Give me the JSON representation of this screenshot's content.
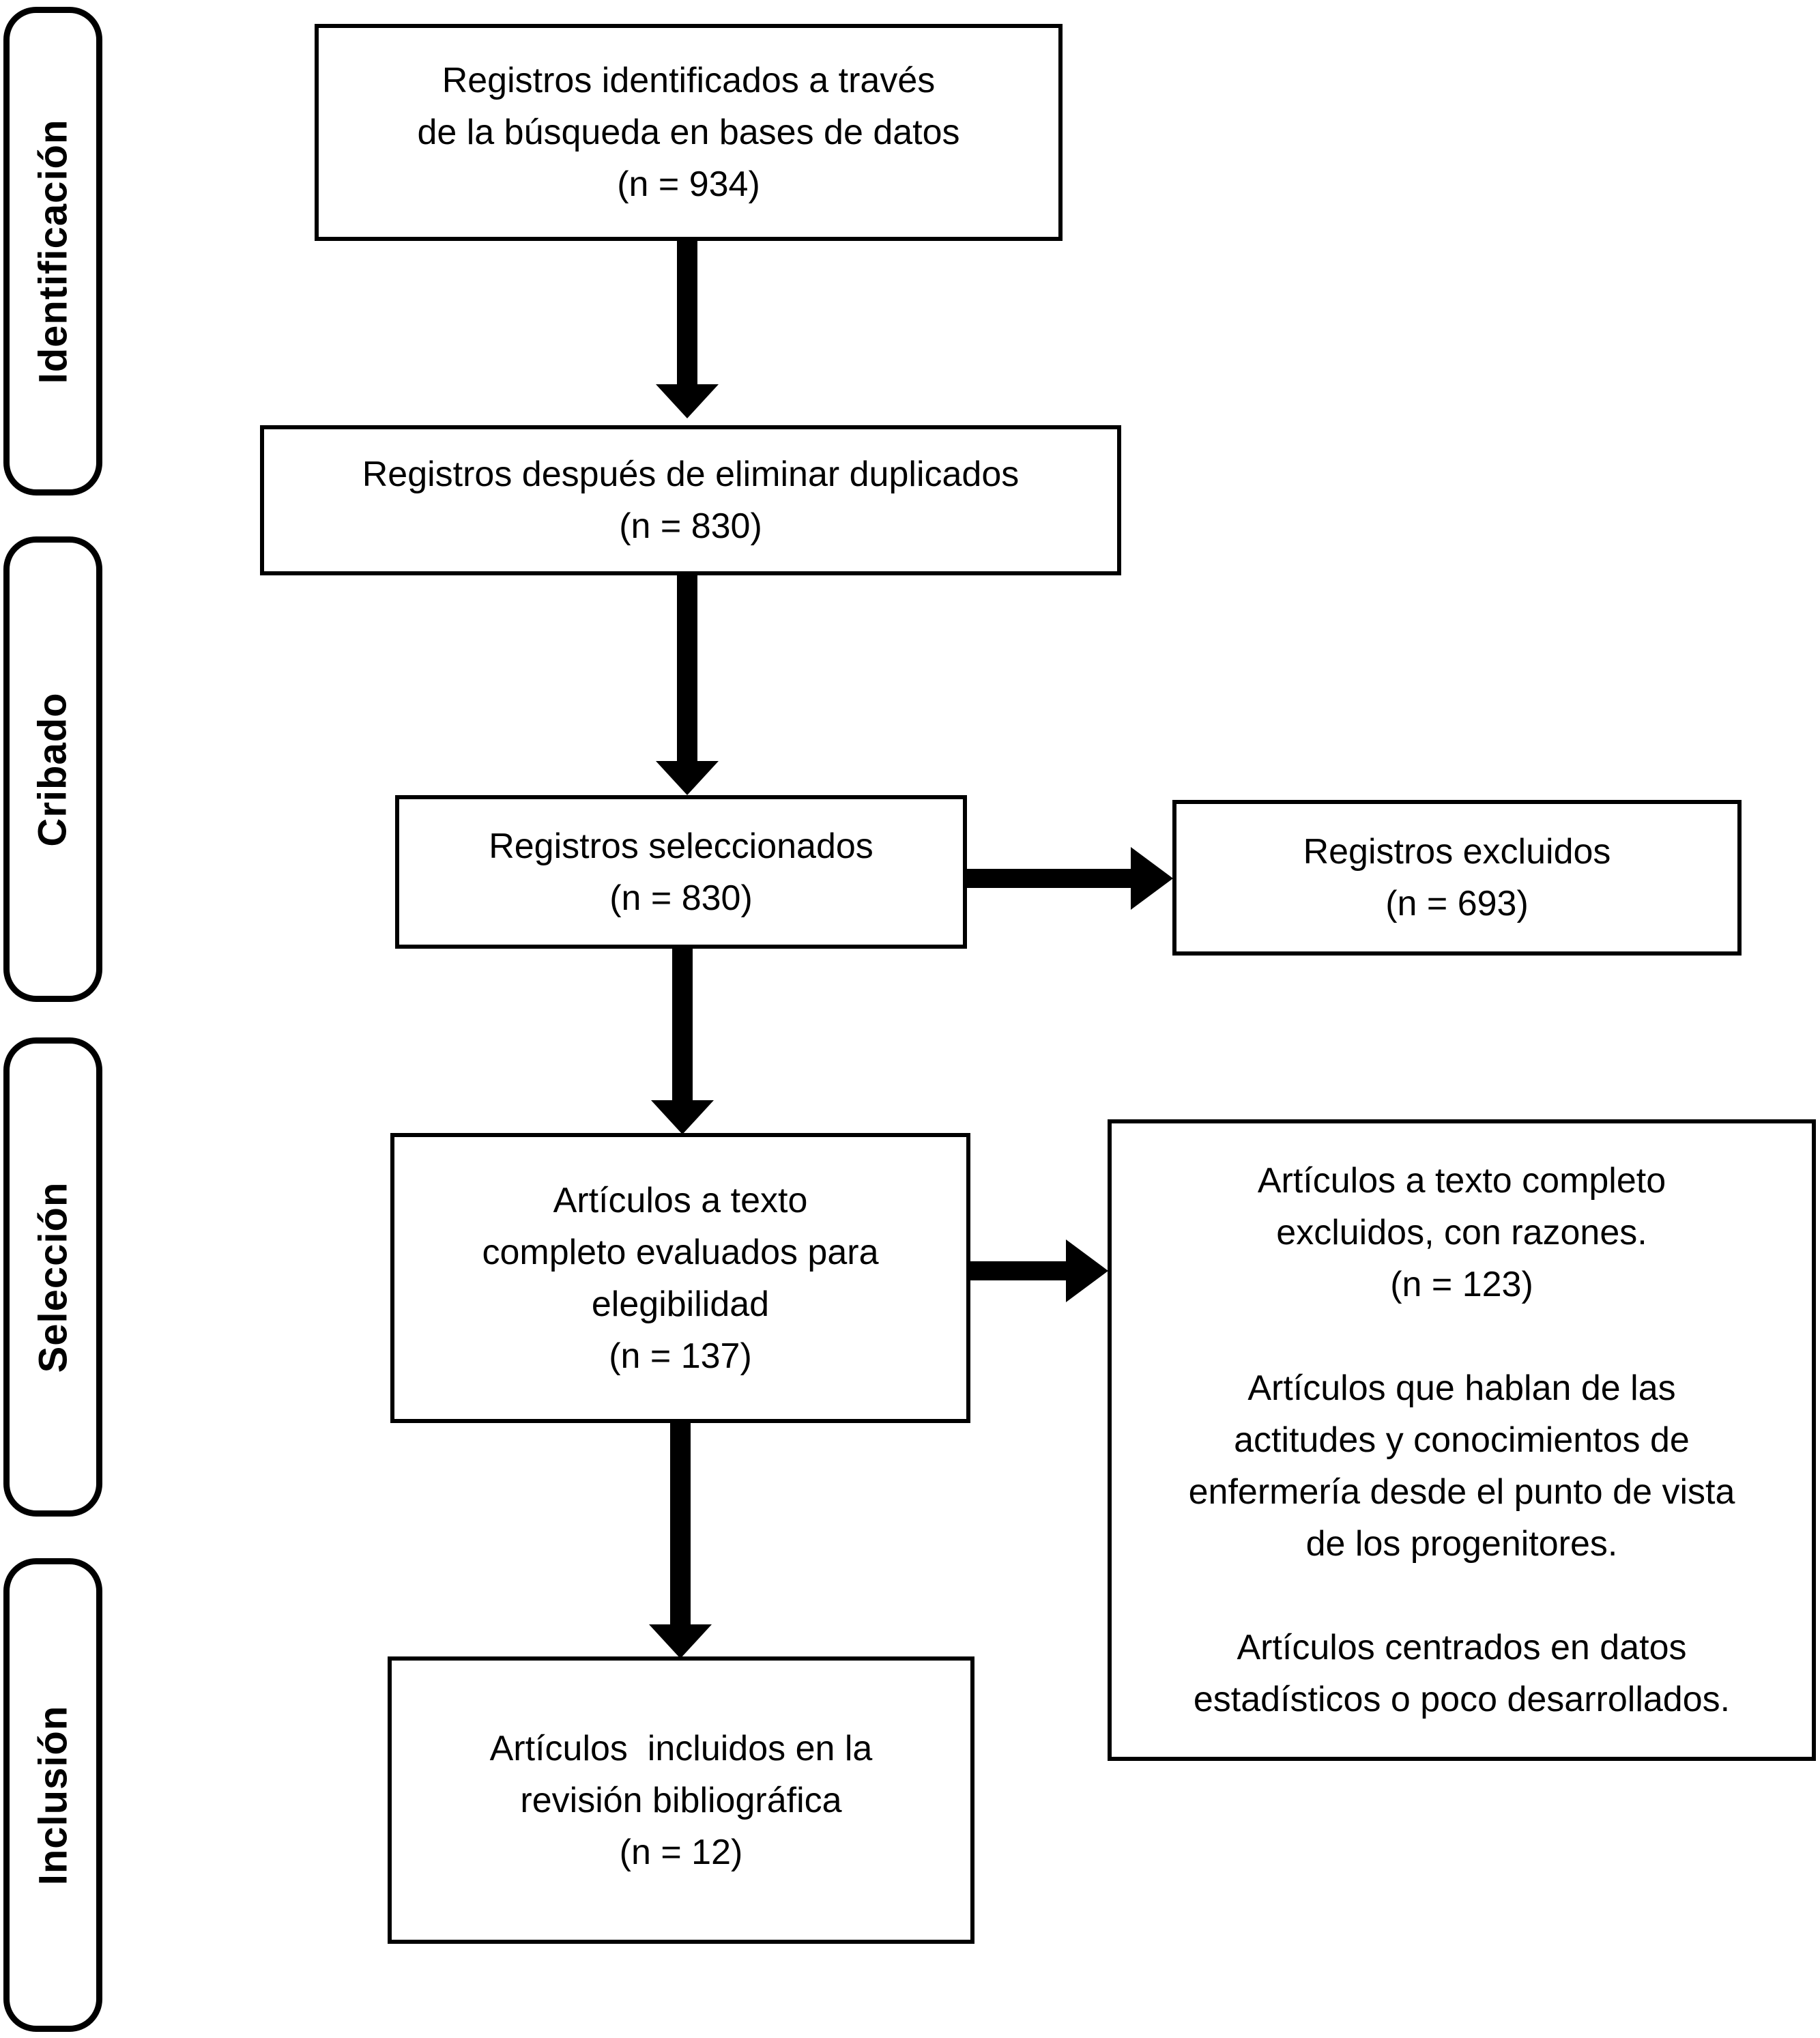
{
  "diagram": {
    "colors": {
      "line": "#000000",
      "background": "#ffffff"
    },
    "stages": [
      {
        "label": "Identificación"
      },
      {
        "label": "Cribado"
      },
      {
        "label": "Selección"
      },
      {
        "label": "Inclusión"
      }
    ],
    "boxes": {
      "records_identified": {
        "text": "Registros identificados a través\nde la búsqueda en bases de datos\n(n = 934)",
        "n": 934
      },
      "records_deduplicated": {
        "text": "Registros después de eliminar duplicados\n(n = 830)",
        "n": 830
      },
      "records_screened": {
        "text": "Registros seleccionados\n(n = 830)",
        "n": 830
      },
      "records_excluded": {
        "text": "Registros excluidos\n(n = 693)",
        "n": 693
      },
      "fulltext_assessed": {
        "text": "Artículos a texto\ncompleto evaluados para\nelegibilidad\n(n = 137)",
        "n": 137
      },
      "fulltext_excluded": {
        "text": "Artículos a texto completo\nexcluidos, con razones.\n(n = 123)\n\nArtículos que hablan de las\nactitudes y conocimientos de\nenfermería desde el punto de vista\nde los progenitores.\n\nArtículos centrados en datos\nestadísticos o poco desarrollados.",
        "n": 123
      },
      "included": {
        "text": "Artículos  incluidos en la\nrevisión bibliográfica\n(n = 12)",
        "n": 12
      }
    },
    "edges": [
      {
        "from": "records_identified",
        "to": "records_deduplicated",
        "direction": "down"
      },
      {
        "from": "records_deduplicated",
        "to": "records_screened",
        "direction": "down"
      },
      {
        "from": "records_screened",
        "to": "records_excluded",
        "direction": "right"
      },
      {
        "from": "records_screened",
        "to": "fulltext_assessed",
        "direction": "down"
      },
      {
        "from": "fulltext_assessed",
        "to": "fulltext_excluded",
        "direction": "right"
      },
      {
        "from": "fulltext_assessed",
        "to": "included",
        "direction": "down"
      }
    ]
  }
}
